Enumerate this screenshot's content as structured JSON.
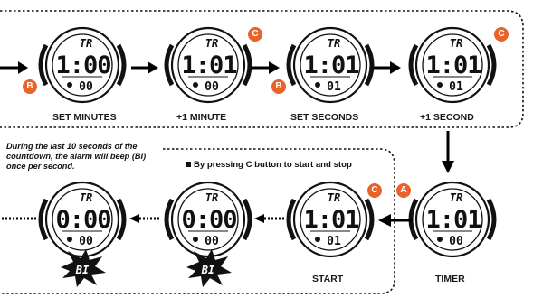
{
  "labels": {
    "set_minutes": "SET MINUTES",
    "plus_minute": "+1 MINUTE",
    "set_seconds": "SET SECONDS",
    "plus_second": "+1 SECOND",
    "timer": "TIMER",
    "start": "START"
  },
  "note": "During the last 10 seconds of the countdown, the alarm will beep (BI) once per second.",
  "press_note": "By pressing C button to start and stop",
  "buttons": {
    "b": "B",
    "c": "C",
    "a": "A"
  },
  "beep_text": "BI",
  "watches": [
    {
      "main": "1:00",
      "top": "TR",
      "sub": "00"
    },
    {
      "main": "1:01",
      "top": "TR",
      "sub": "00"
    },
    {
      "main": "1:01",
      "top": "TR",
      "sub": "01"
    },
    {
      "main": "1:01",
      "top": "TR",
      "sub": "01"
    },
    {
      "main": "1:01",
      "top": "TR",
      "sub": "00"
    },
    {
      "main": "1:01",
      "top": "TR",
      "sub": "01"
    },
    {
      "main": "0:00",
      "top": "TR",
      "sub": "00"
    },
    {
      "main": "0:00",
      "top": "TR",
      "sub": "00"
    }
  ],
  "colors": {
    "accent": "#e8622a",
    "ink": "#111111"
  }
}
